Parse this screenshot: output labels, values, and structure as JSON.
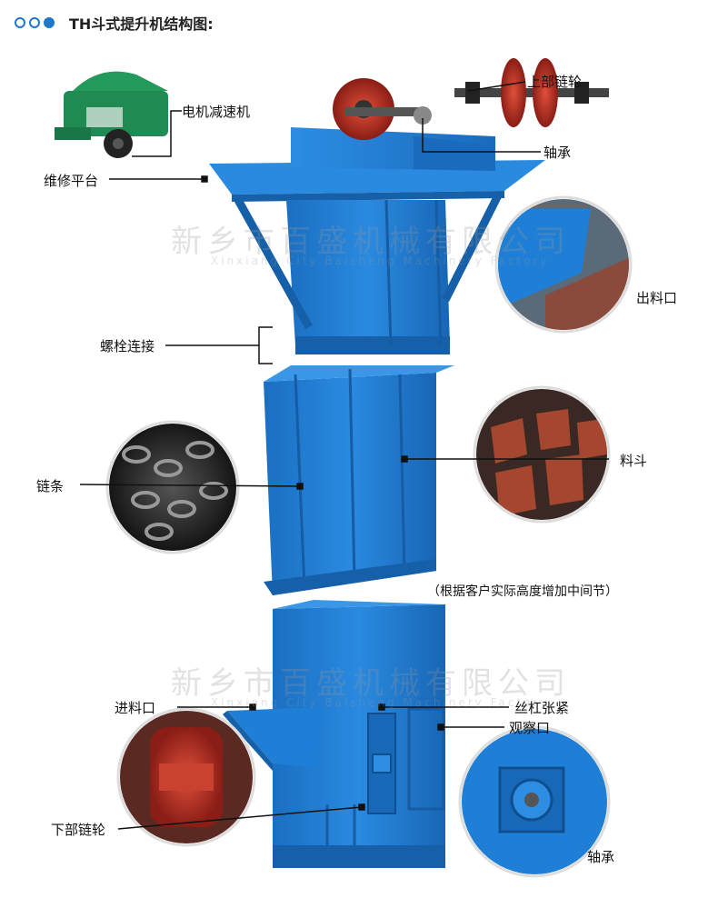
{
  "header": {
    "title": "TH斗式提升机结构图:"
  },
  "labels": {
    "motor": "电机减速机",
    "top_sprocket": "上部链轮",
    "bearing_top": "轴承",
    "platform": "维修平台",
    "outlet": "出料口",
    "bolt": "螺栓连接",
    "chain": "链条",
    "bucket": "料斗",
    "middle_note": "（根据客户实际高度增加中间节）",
    "inlet": "进料口",
    "screw_tension": "丝杠张紧",
    "inspection": "观察口",
    "bottom_sprocket": "下部链轮",
    "bearing_bottom": "轴承"
  },
  "watermark": {
    "cn": "新乡市百盛机械有限公司",
    "en": "Xinxiang City Baisheng Machinery Factory"
  },
  "colors": {
    "machine_blue": "#1f7fd6",
    "dark_blue": "#1560a8",
    "sprocket_red": "#b52a2a",
    "motor_green": "#1f8a52",
    "bucket_red": "#a5472f"
  }
}
